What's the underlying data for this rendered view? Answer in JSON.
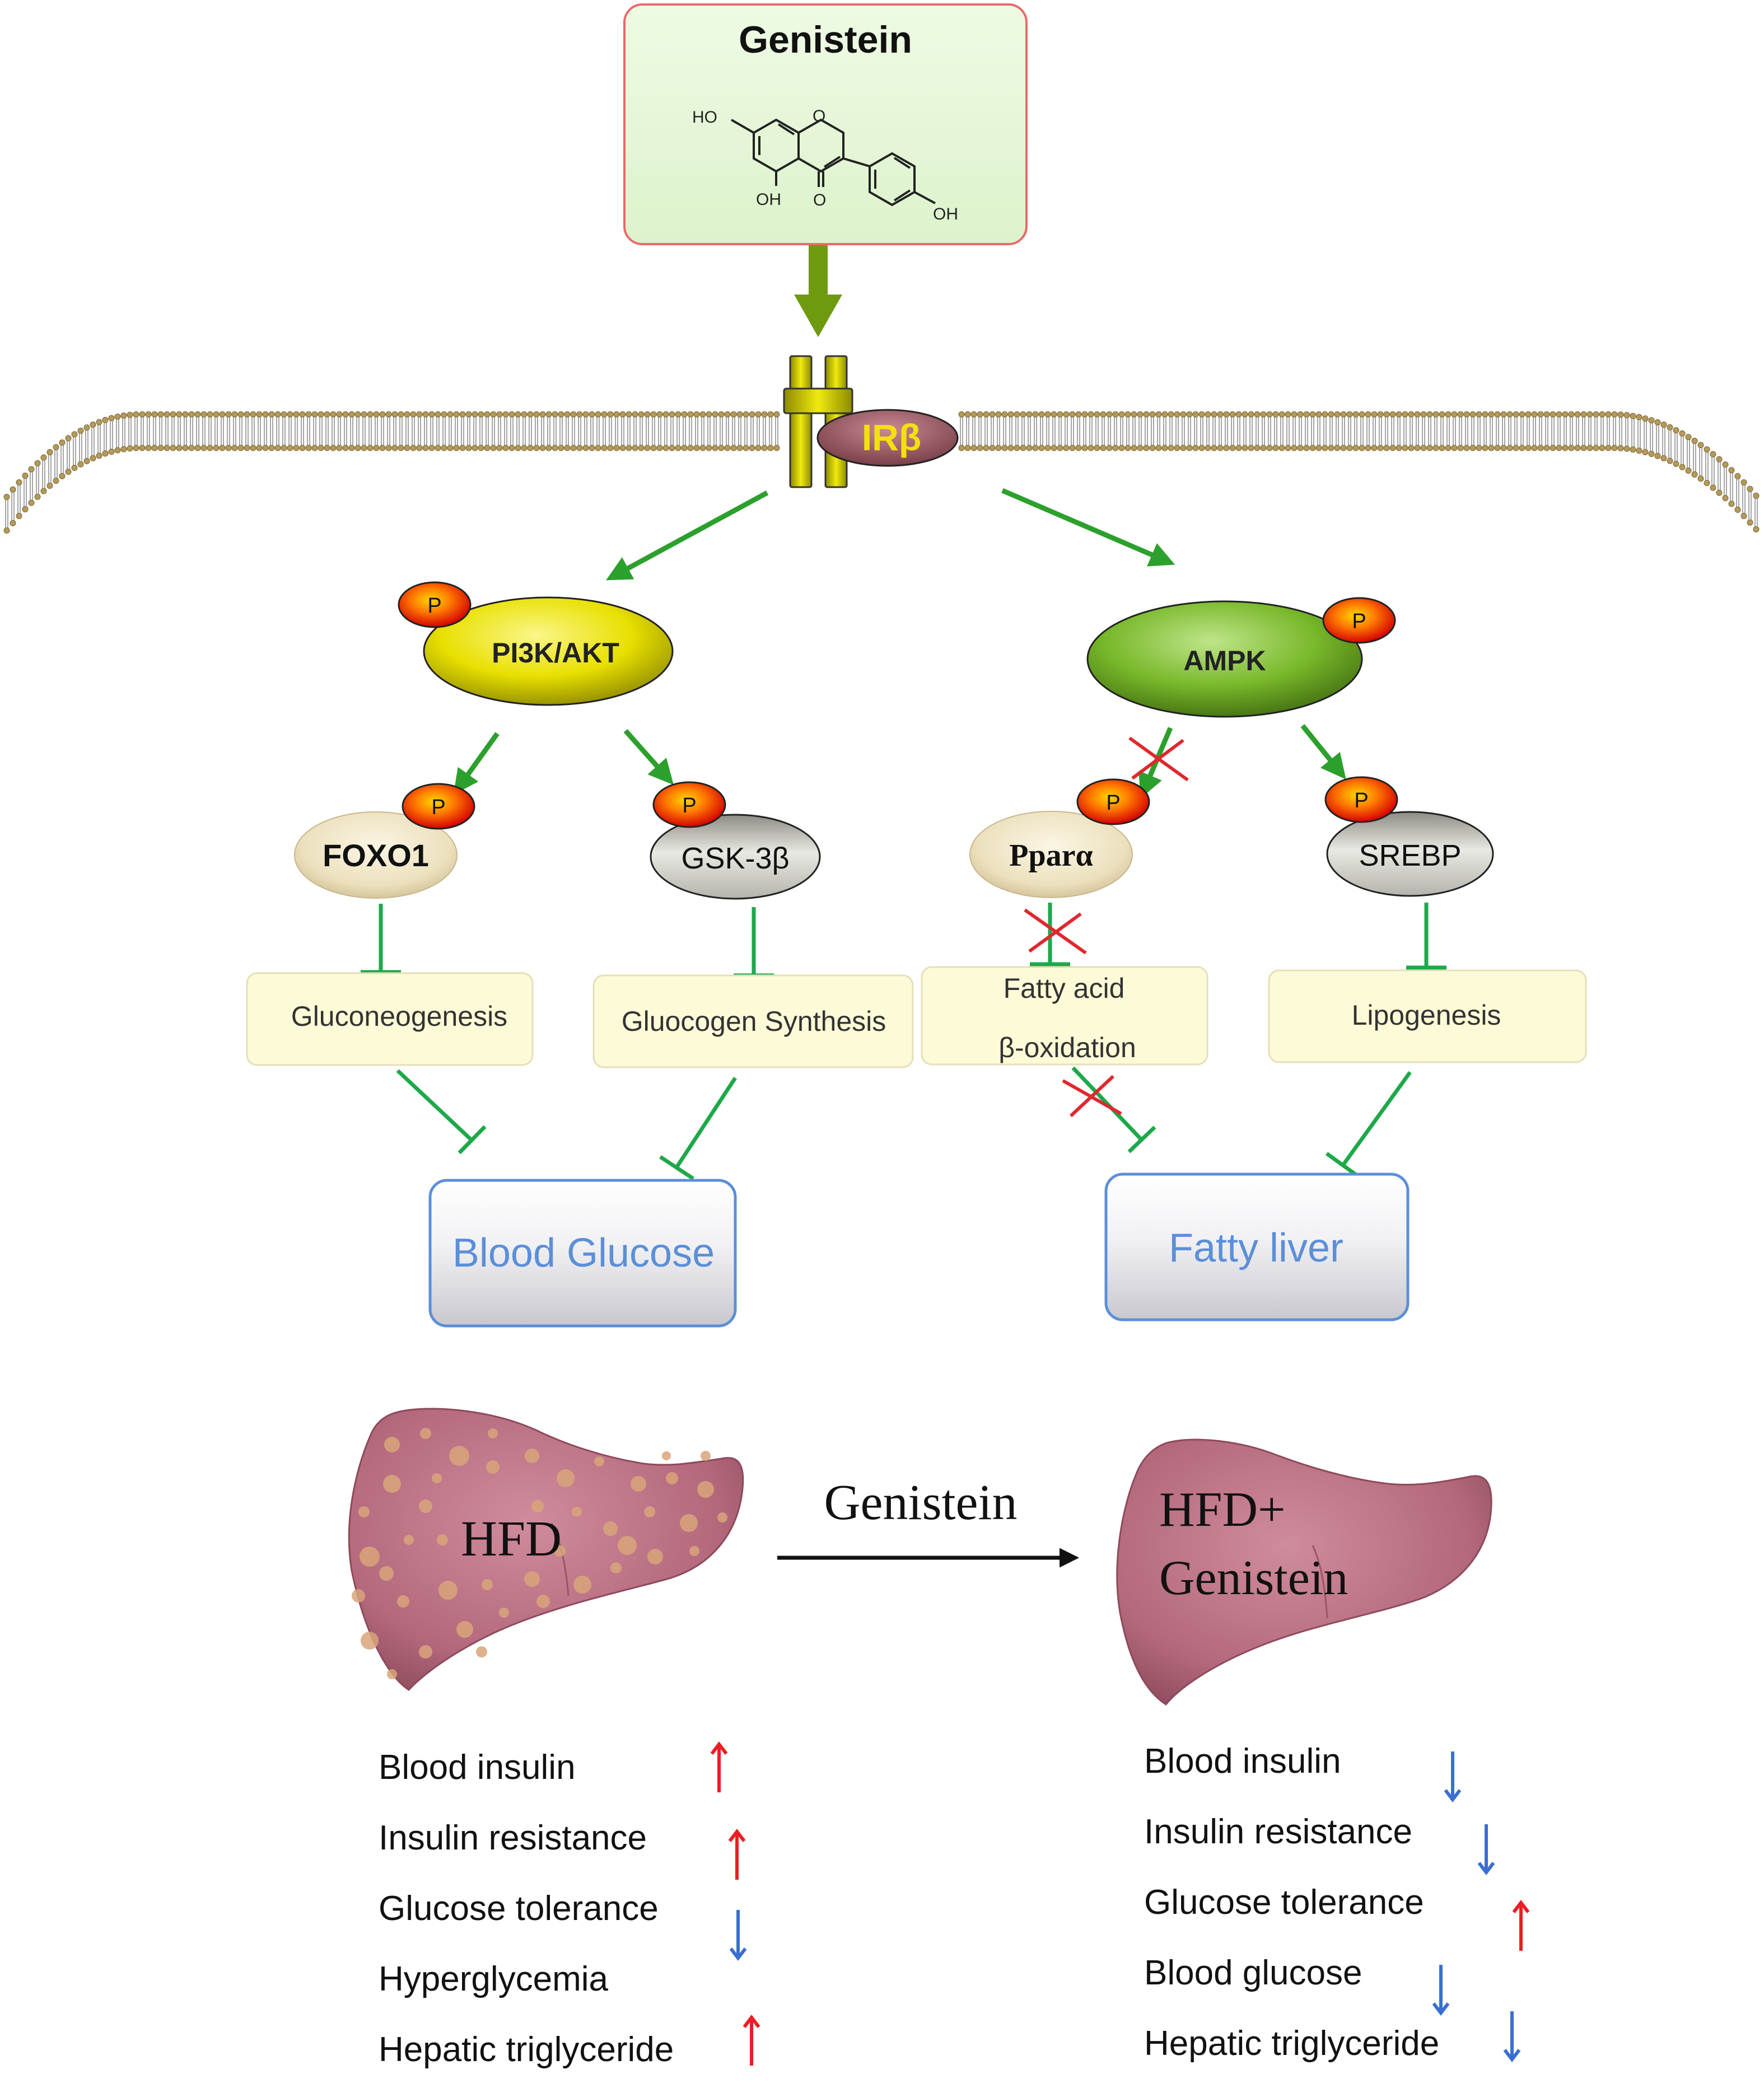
{
  "genistein_box": {
    "title": "Genistein",
    "structure_labels": {
      "ho_top": "HO",
      "o_ring": "O",
      "oh_bottom": "OH",
      "o_ketone": "O",
      "oh_right": "OH"
    }
  },
  "receptor": {
    "label": "IRβ"
  },
  "phospho_label": "P",
  "nodes": {
    "pi3k_akt": "PI3K/AKT",
    "ampk": "AMPK",
    "foxo1": "FOXO1",
    "gsk3b": "GSK-3β",
    "ppara": "Pparα",
    "srebp": "SREBP"
  },
  "processes": {
    "gluconeogenesis": "Gluconeogenesis",
    "glycogen_synthesis": "Gluocogen Synthesis",
    "fatty_acid_line1": "Fatty acid",
    "fatty_acid_line2": "β-oxidation",
    "lipogenesis": "Lipogenesis"
  },
  "outcomes": {
    "blood_glucose": "Blood Glucose",
    "fatty_liver": "Fatty liver"
  },
  "livers": {
    "hfd_label": "HFD",
    "treated_label_line1": "HFD+",
    "treated_label_line2": "Genistein",
    "arrow_label": "Genistein"
  },
  "effects_hfd": [
    {
      "label": "Blood insulin",
      "direction": "up"
    },
    {
      "label": "Insulin resistance",
      "direction": "up"
    },
    {
      "label": "Glucose tolerance",
      "direction": "down"
    },
    {
      "label": "Hyperglycemia",
      "direction": "none"
    },
    {
      "label": "Hepatic triglyceride",
      "direction": "up"
    }
  ],
  "effects_treated": [
    {
      "label": "Blood insulin",
      "direction": "down"
    },
    {
      "label": "Insulin resistance",
      "direction": "down"
    },
    {
      "label": "Glucose tolerance",
      "direction": "up"
    },
    {
      "label": "Blood glucose",
      "direction": "down"
    },
    {
      "label": "Hepatic triglyceride",
      "direction": "down"
    }
  ],
  "colors": {
    "activation_arrow": "#2ca02c",
    "genistein_arrow": "#6e9a10",
    "inhibition_line": "#1fa84a",
    "block_mark": "#e0282e",
    "up_arrow": "#ee1c24",
    "down_arrow": "#3a6fd0",
    "outcome_text": "#5b8fd8",
    "liver": "#b4687c",
    "fat_spot": "#d8a47a",
    "membrane": "#b49a5a"
  }
}
